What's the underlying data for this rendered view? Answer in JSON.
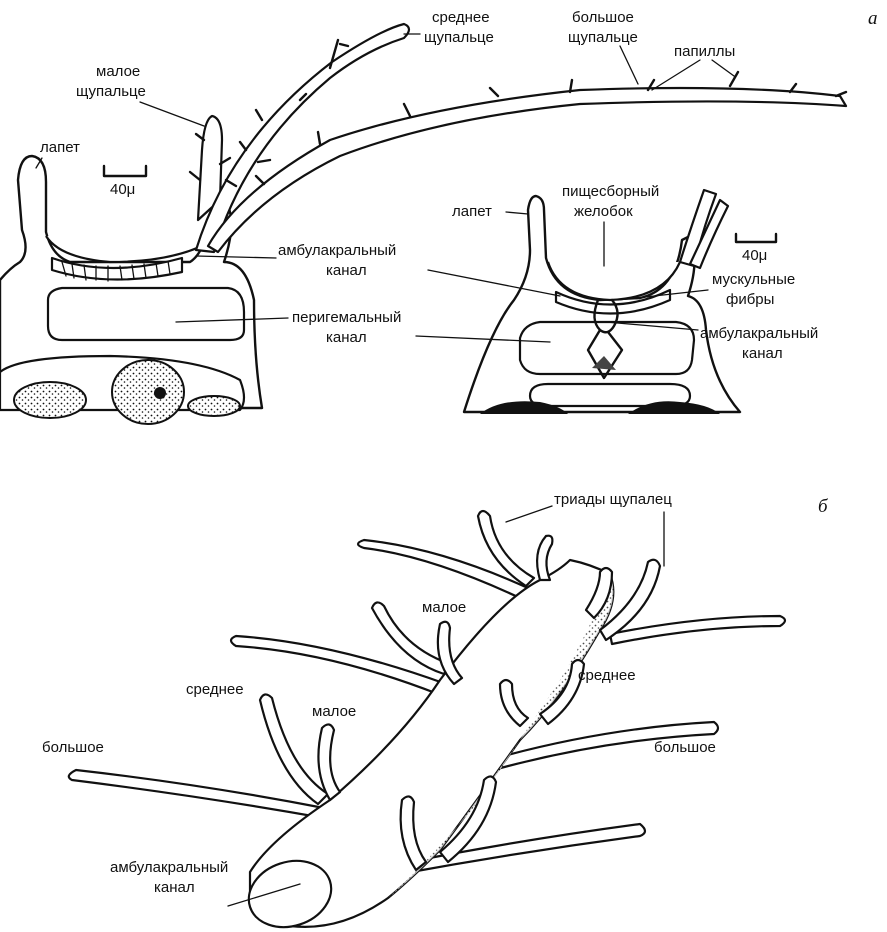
{
  "panel_a": {
    "letter": "а",
    "labels": {
      "srednee_1": "среднее",
      "srednee_2": "щупальце",
      "bolshoe_1": "большое",
      "bolshoe_2": "щупальце",
      "papilly": "папиллы",
      "maloe_1": "малое",
      "maloe_2": "щупальце",
      "lapet": "лапет",
      "scale": "40μ",
      "ambul_1": "амбулакральный",
      "ambul_2": "канал",
      "perigem_1": "перигемальный",
      "perigem_2": "канал",
      "pische_1": "пищесборный",
      "pische_2": "желобок",
      "lapet_2": "лапет",
      "scale_2": "40μ",
      "musk_1": "мускульные",
      "musk_2": "фибры",
      "ambul2_1": "амбулакральный",
      "ambul2_2": "канал"
    }
  },
  "panel_b": {
    "letter": "б",
    "labels": {
      "triady": "триады щупалец",
      "maloe_top": "малое",
      "srednee_right": "среднее",
      "srednee_left": "среднее",
      "maloe_mid": "малое",
      "bolshoe_left": "большое",
      "bolshoe_right": "большое",
      "ambul_1": "амбулакральный",
      "ambul_2": "канал"
    }
  }
}
